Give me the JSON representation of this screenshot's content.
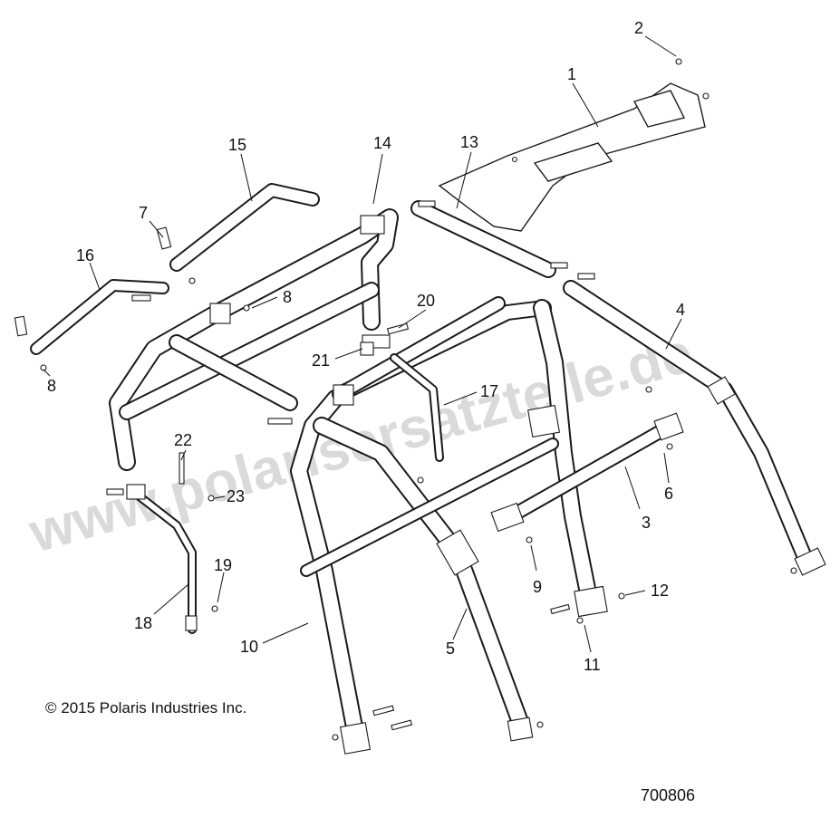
{
  "copyright": "© 2015 Polaris Industries Inc.",
  "diagram_number": "700806",
  "watermark": "www.polarisersatzteile.de",
  "callouts": [
    {
      "id": "1",
      "label": "1"
    },
    {
      "id": "2",
      "label": "2"
    },
    {
      "id": "3",
      "label": "3"
    },
    {
      "id": "4",
      "label": "4"
    },
    {
      "id": "5",
      "label": "5"
    },
    {
      "id": "6",
      "label": "6"
    },
    {
      "id": "7",
      "label": "7"
    },
    {
      "id": "8a",
      "label": "8"
    },
    {
      "id": "8b",
      "label": "8"
    },
    {
      "id": "9",
      "label": "9"
    },
    {
      "id": "10",
      "label": "10"
    },
    {
      "id": "11",
      "label": "11"
    },
    {
      "id": "12",
      "label": "12"
    },
    {
      "id": "13",
      "label": "13"
    },
    {
      "id": "14",
      "label": "14"
    },
    {
      "id": "15",
      "label": "15"
    },
    {
      "id": "16",
      "label": "16"
    },
    {
      "id": "17",
      "label": "17"
    },
    {
      "id": "18",
      "label": "18"
    },
    {
      "id": "19",
      "label": "19"
    },
    {
      "id": "20",
      "label": "20"
    },
    {
      "id": "21",
      "label": "21"
    },
    {
      "id": "22",
      "label": "22"
    },
    {
      "id": "23",
      "label": "23"
    }
  ]
}
